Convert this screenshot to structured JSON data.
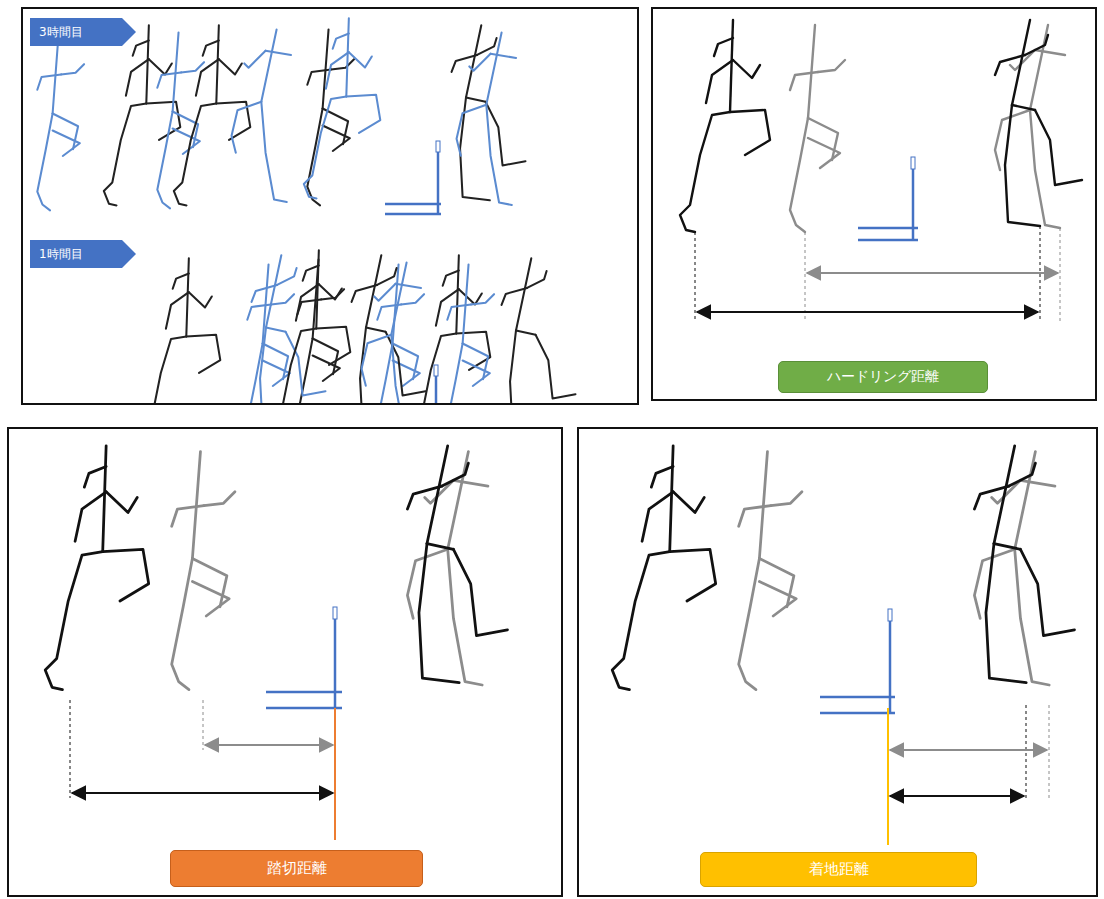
{
  "diagram": {
    "nodes": [
      {
        "text": [
          "3時間目"
        ]
      },
      {
        "text": [
          "1時間目"
        ]
      },
      {
        "text": [
          "ハードリング距離"
        ]
      },
      {
        "text": [
          "踏切距離"
        ]
      },
      {
        "text": [
          "着地距離"
        ]
      }
    ]
  }
}
